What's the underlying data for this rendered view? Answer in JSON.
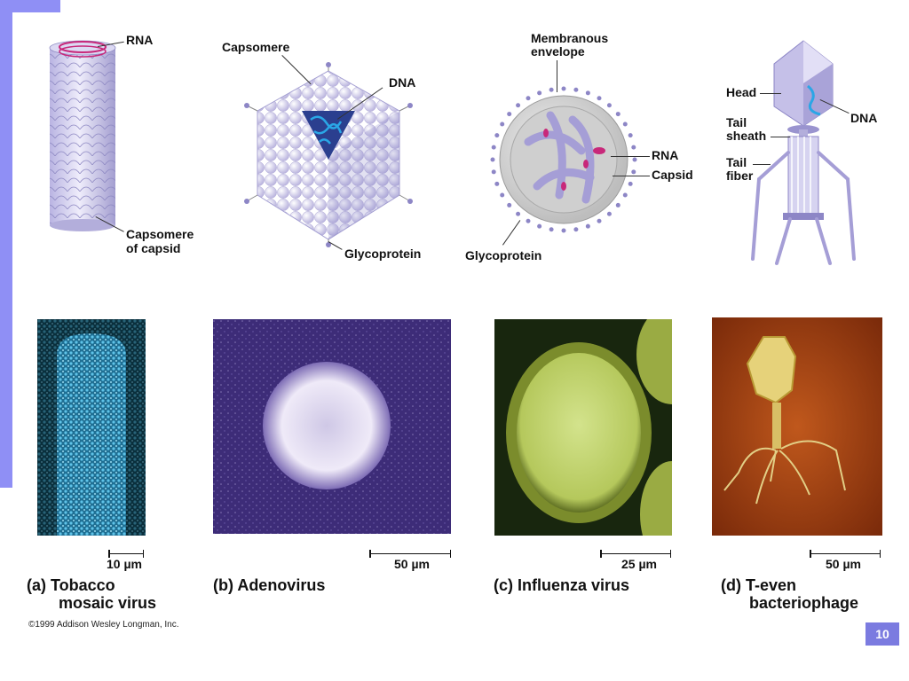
{
  "diagrams": {
    "tmv": {
      "labels": {
        "rna": "RNA",
        "capsomere_line1": "Capsomere",
        "capsomere_line2": "of capsid"
      }
    },
    "adeno": {
      "labels": {
        "capsomere": "Capsomere",
        "dna": "DNA",
        "glycoprotein": "Glycoprotein"
      }
    },
    "influenza": {
      "labels": {
        "envelope_line1": "Membranous",
        "envelope_line2": "envelope",
        "rna": "RNA",
        "capsid": "Capsid",
        "glycoprotein": "Glycoprotein"
      }
    },
    "phage": {
      "labels": {
        "head": "Head",
        "dna": "DNA",
        "tail_sheath_line1": "Tail",
        "tail_sheath_line2": "sheath",
        "tail_fiber_line1": "Tail",
        "tail_fiber_line2": "fiber"
      }
    }
  },
  "panels": [
    {
      "caption_line1": "(a) Tobacco",
      "caption_line2": "mosaic virus",
      "scale": "10 µm"
    },
    {
      "caption_line1": "(b) Adenovirus",
      "scale": "50 µm"
    },
    {
      "caption_line1": "(c) Influenza virus",
      "scale": "25 µm"
    },
    {
      "caption_line1": "(d) T-even",
      "caption_line2": "bacteriophage",
      "scale": "50 µm"
    }
  ],
  "footer": {
    "copyright": "©1999 Addison Wesley Longman, Inc.",
    "slide_number": "10"
  },
  "colors": {
    "accent": "#8f8ff5",
    "slide_number_bg": "#7b7be0"
  }
}
